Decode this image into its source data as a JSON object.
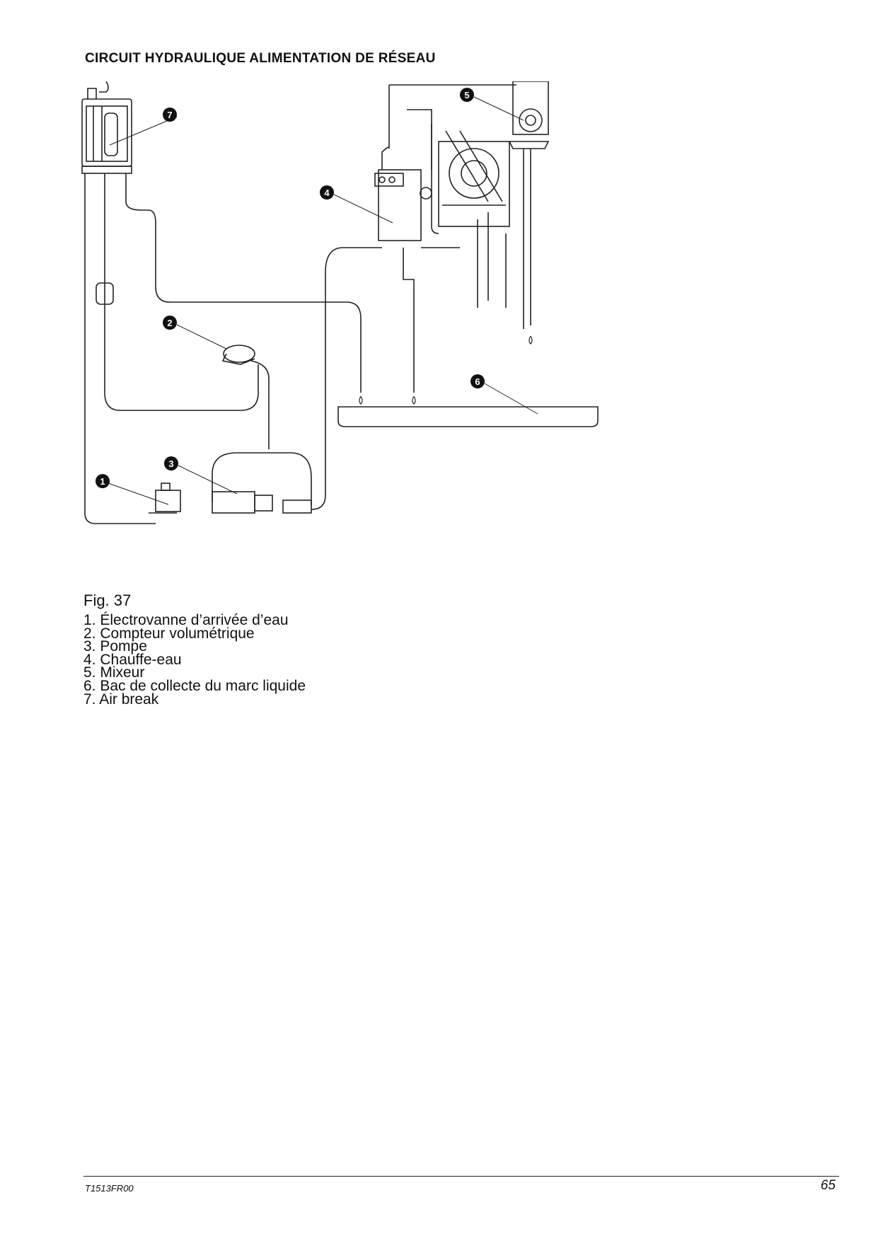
{
  "page": {
    "title": "CIRCUIT HYDRAULIQUE ALIMENTATION DE RÉSEAU",
    "figure_caption": "Fig. 37",
    "legend": [
      "1.  Électrovanne d’arrivée d’eau",
      "2.  Compteur volumétrique",
      "3.  Pompe",
      "4.  Chauffe-eau",
      "5.  Mixeur",
      "6.  Bac de collecte du marc liquide",
      "7.  Air break"
    ],
    "callouts": [
      "1",
      "2",
      "3",
      "4",
      "5",
      "6",
      "7"
    ],
    "doc_code": "T1513FR00",
    "page_number": "65"
  }
}
